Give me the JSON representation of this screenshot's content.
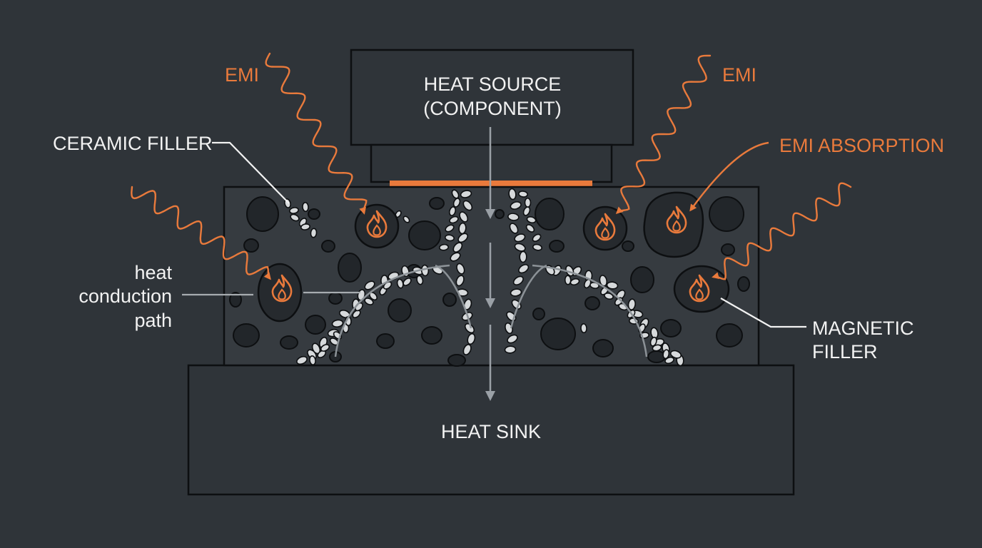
{
  "heat_source": {
    "line1": "HEAT SOURCE",
    "line2": "(COMPONENT)"
  },
  "heat_sink": {
    "label": "HEAT SINK"
  },
  "labels": {
    "emi_left": "EMI",
    "emi_right": "EMI",
    "emi_absorption": "EMI ABSORPTION",
    "ceramic_filler": "CERAMIC FILLER",
    "heat_path": {
      "line1": "heat",
      "line2": "conduction",
      "line3": "path"
    },
    "magnetic_filler": {
      "line1": "MAGNETIC",
      "line2": "FILLER"
    }
  },
  "colors": {
    "background": "#2f3439",
    "outline": "#0d0f11",
    "emi": "#e97a3c",
    "text_light": "#f2f2f2",
    "ceramic": "#d6d9db",
    "flow_arrow": "#9aa0a6",
    "matrix": "#3a3f44"
  },
  "icons": [
    "wave-icon",
    "flame-icon",
    "arrow-down-icon"
  ]
}
